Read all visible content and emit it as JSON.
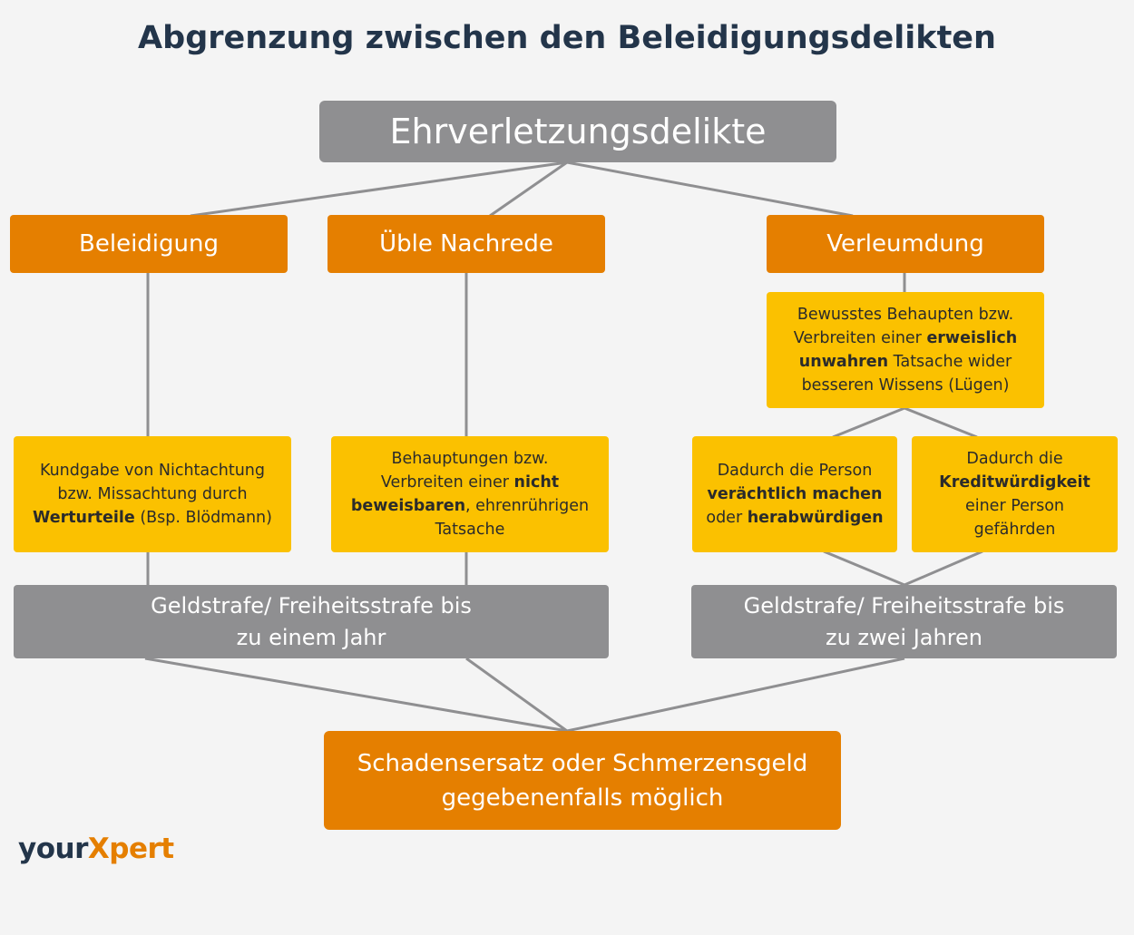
{
  "title": "Abgrenzung zwischen den Beleidigungsdelikten",
  "root": "Ehrverletzungsdelikte",
  "categories": {
    "beleidigung": "Beleidigung",
    "ueble_nachrede": "Üble Nachrede",
    "verleumdung": "Verleumdung"
  },
  "desc_beleidigung": {
    "line1": "Kundgabe von Nichtachtung",
    "line2": "bzw. Missachtung durch",
    "bold": "Werturteile",
    "tail": " (Bsp. Blödmann)"
  },
  "desc_nachrede": {
    "line1": "Behauptungen bzw.",
    "line2a": "Verbreiten einer ",
    "line2b": "nicht",
    "line3a": "beweisbaren",
    "line3b": ", ehrenrührigen",
    "line4": "Tatsache"
  },
  "desc_verleumdung": {
    "line1": "Bewusstes Behaupten bzw.",
    "line2a": "Verbreiten einer ",
    "line2b": "erweislich",
    "line3a": "unwahren",
    "line3b": " Tatsache wider",
    "line4": "besseren Wissens (Lügen)"
  },
  "sub_left": {
    "line1": "Dadurch die Person",
    "line2": "verächtlich machen",
    "line3a": "oder ",
    "line3b": "herabwürdigen"
  },
  "sub_right": {
    "line1": "Dadurch die",
    "line2": "Kreditwürdigkeit",
    "line3": "einer Person",
    "line4": "gefährden"
  },
  "penalty_left": {
    "line1": "Geldstrafe/ Freiheitsstrafe bis",
    "line2": "zu einem Jahr"
  },
  "penalty_right": {
    "line1": "Geldstrafe/ Freiheitsstrafe bis",
    "line2": "zu zwei Jahren"
  },
  "bottom": {
    "line1": "Schadensersatz oder Schmerzensgeld",
    "line2": "gegebenenfalls möglich"
  },
  "logo": {
    "part1": "your",
    "part2": "X",
    "part3": "pert"
  },
  "colors": {
    "orange": "#e57f00",
    "yellow": "#fbc100",
    "gray": "#8f8f91",
    "title": "#23354a",
    "line": "#8f8f91"
  }
}
